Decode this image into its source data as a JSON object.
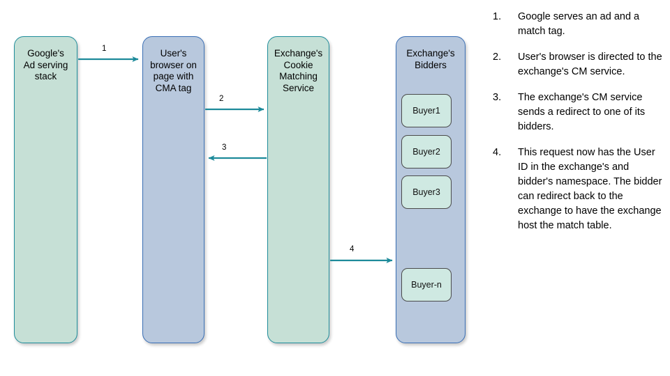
{
  "colors": {
    "green_fill": "#c6e0d6",
    "green_border": "#1f8d9b",
    "blue_fill": "#b8c8dd",
    "blue_border": "#3a6fb5",
    "buyer_fill": "#cfe9e2",
    "buyer_border": "#4a4a4a",
    "arrow": "#1d8a9a",
    "background": "#ffffff",
    "text": "#000000"
  },
  "diagram": {
    "lanes": [
      {
        "id": "google-ad-serving-stack",
        "label": "Google's\nAd serving\nstack",
        "style": "green"
      },
      {
        "id": "users-browser",
        "label": "User's\nbrowser on\npage with\nCMA tag",
        "style": "blue"
      },
      {
        "id": "exchange-cookie-matching-service",
        "label": "Exchange's\nCookie\nMatching\nService",
        "style": "green"
      },
      {
        "id": "exchange-bidders",
        "label": "Exchange's\nBidders",
        "style": "blue"
      }
    ],
    "buyers": [
      {
        "id": "buyer1",
        "label": "Buyer1"
      },
      {
        "id": "buyer2",
        "label": "Buyer2"
      },
      {
        "id": "buyer3",
        "label": "Buyer3"
      },
      {
        "id": "buyer-n",
        "label": "Buyer-n"
      }
    ],
    "arrows": [
      {
        "id": "arrow-1",
        "label": "1",
        "direction": "right",
        "from": "google-ad-serving-stack",
        "to": "users-browser"
      },
      {
        "id": "arrow-2",
        "label": "2",
        "direction": "right",
        "from": "users-browser",
        "to": "exchange-cookie-matching-service"
      },
      {
        "id": "arrow-3",
        "label": "3",
        "direction": "left",
        "from": "exchange-cookie-matching-service",
        "to": "users-browser"
      },
      {
        "id": "arrow-4",
        "label": "4",
        "direction": "right",
        "from": "exchange-cookie-matching-service",
        "to": "exchange-bidders"
      }
    ]
  },
  "steps": [
    {
      "number": "1.",
      "text": "Google serves an ad and a match tag."
    },
    {
      "number": "2.",
      "text": "User's browser is directed to the exchange's CM service."
    },
    {
      "number": "3.",
      "text": "The exchange's CM service sends a redirect to one of its bidders."
    },
    {
      "number": "4.",
      "text": "This request now has the User ID in the exchange's and bidder's namespace. The bidder can redirect back to the exchange to have the exchange host the match table."
    }
  ]
}
